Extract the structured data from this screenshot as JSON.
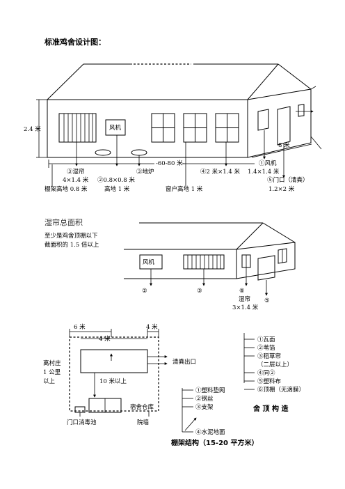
{
  "title": "标准鸡舍设计图：",
  "diagram1": {
    "height": "2.4 米",
    "fan_box": "风机",
    "length": "-60-80 米-",
    "width": "8 米",
    "l_curtain": "③湿帘",
    "l_curtain_size": "4×1.4 米",
    "l_rack": "棚架高地 0.8 米",
    "l_vent": "②0.8×0.8 米",
    "l_vent_h": "高地 1 米",
    "l_stove": "③地炉",
    "l_window_h": "窗户高地 1 米",
    "l_window": "④2 米×1.4 米",
    "l_fan": "①风机",
    "l_fan_size": "1.4×1.4 米",
    "l_door": "⑤门口（清粪）",
    "l_door_size": "1.2×2 米"
  },
  "diagram2": {
    "note1": "湿帘总面积",
    "note2": "至少是鸡舍顶棚以下",
    "note3": "截面积的 1.5 倍以上",
    "fan_box": "风机",
    "c2": "②",
    "c3": "③",
    "c6": "⑥",
    "c5": "⑤",
    "curtain": "湿帘",
    "curtain_size": "3×1.4 米"
  },
  "diagram3": {
    "d6": "6 米",
    "d4a": "4 米",
    "d4b": "4 米",
    "village1": "离村庄",
    "village2": "1 公里",
    "village3": "以上",
    "ten": "10 米以上",
    "manure": "清粪出口",
    "warehouse": "宿舍仓库",
    "gate": "门口消毒池",
    "wall": "院墙"
  },
  "roof": {
    "items": [
      "①瓦面",
      "②苇箔",
      "③稻草帘",
      "（二层以上）",
      "④同②",
      "⑤塑料布",
      "⑥顶棚（无滴膜）"
    ],
    "caption": "舍 顶 构 造"
  },
  "rack": {
    "items": [
      "①塑料垫网",
      "②钢丝",
      "③支架",
      "④水泥地面"
    ],
    "caption": "棚架结构（15-20 平方米）"
  }
}
